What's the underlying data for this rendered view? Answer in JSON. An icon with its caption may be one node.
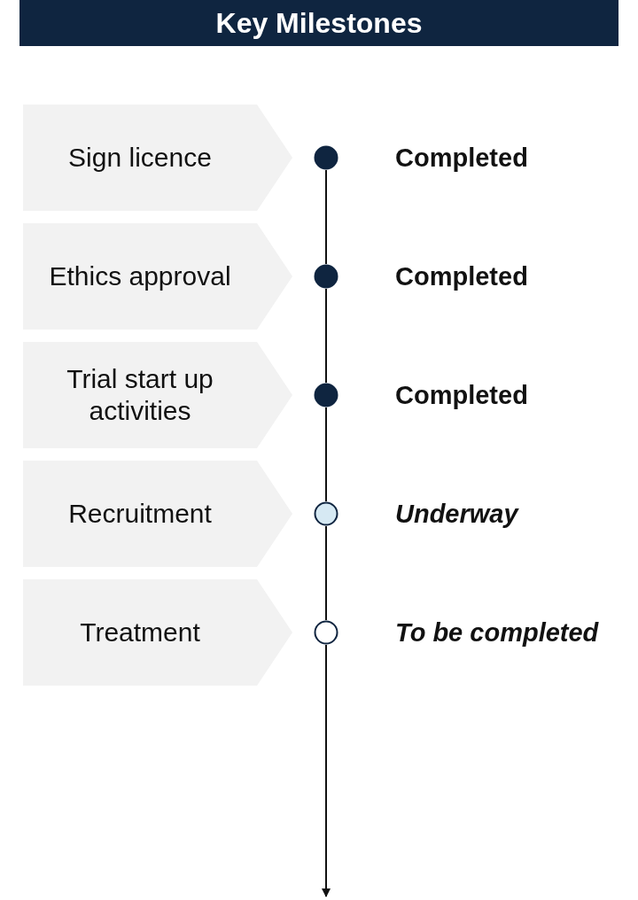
{
  "diagram": {
    "title": "Key Milestones",
    "nodes": [
      {
        "text": [
          "Sign licence"
        ]
      },
      {
        "text": [],
        "shape": "circle",
        "beside": [
          "Completed"
        ]
      },
      {
        "text": [
          "Ethics approval"
        ]
      },
      {
        "text": [],
        "shape": "circle",
        "beside": [
          "Completed"
        ]
      },
      {
        "text": [
          "Trial start up activities"
        ]
      },
      {
        "text": [],
        "shape": "circle",
        "beside": [
          "Completed"
        ]
      },
      {
        "text": [
          "Recruitment"
        ]
      },
      {
        "text": [],
        "shape": "circle",
        "beside": [
          "Underway"
        ]
      },
      {
        "text": [
          "Treatment"
        ]
      },
      {
        "text": [],
        "shape": "circle",
        "beside": [
          "To be completed"
        ]
      }
    ],
    "edges": [
      {
        "from": 1,
        "to": 3,
        "arrow": "none"
      },
      {
        "from": 3,
        "to": 5,
        "arrow": "none"
      },
      {
        "from": 5,
        "to": 7,
        "arrow": "none"
      },
      {
        "from": 7,
        "to": 9,
        "arrow": "none"
      },
      {
        "from": 9,
        "to": null,
        "arrow": "to"
      }
    ]
  }
}
